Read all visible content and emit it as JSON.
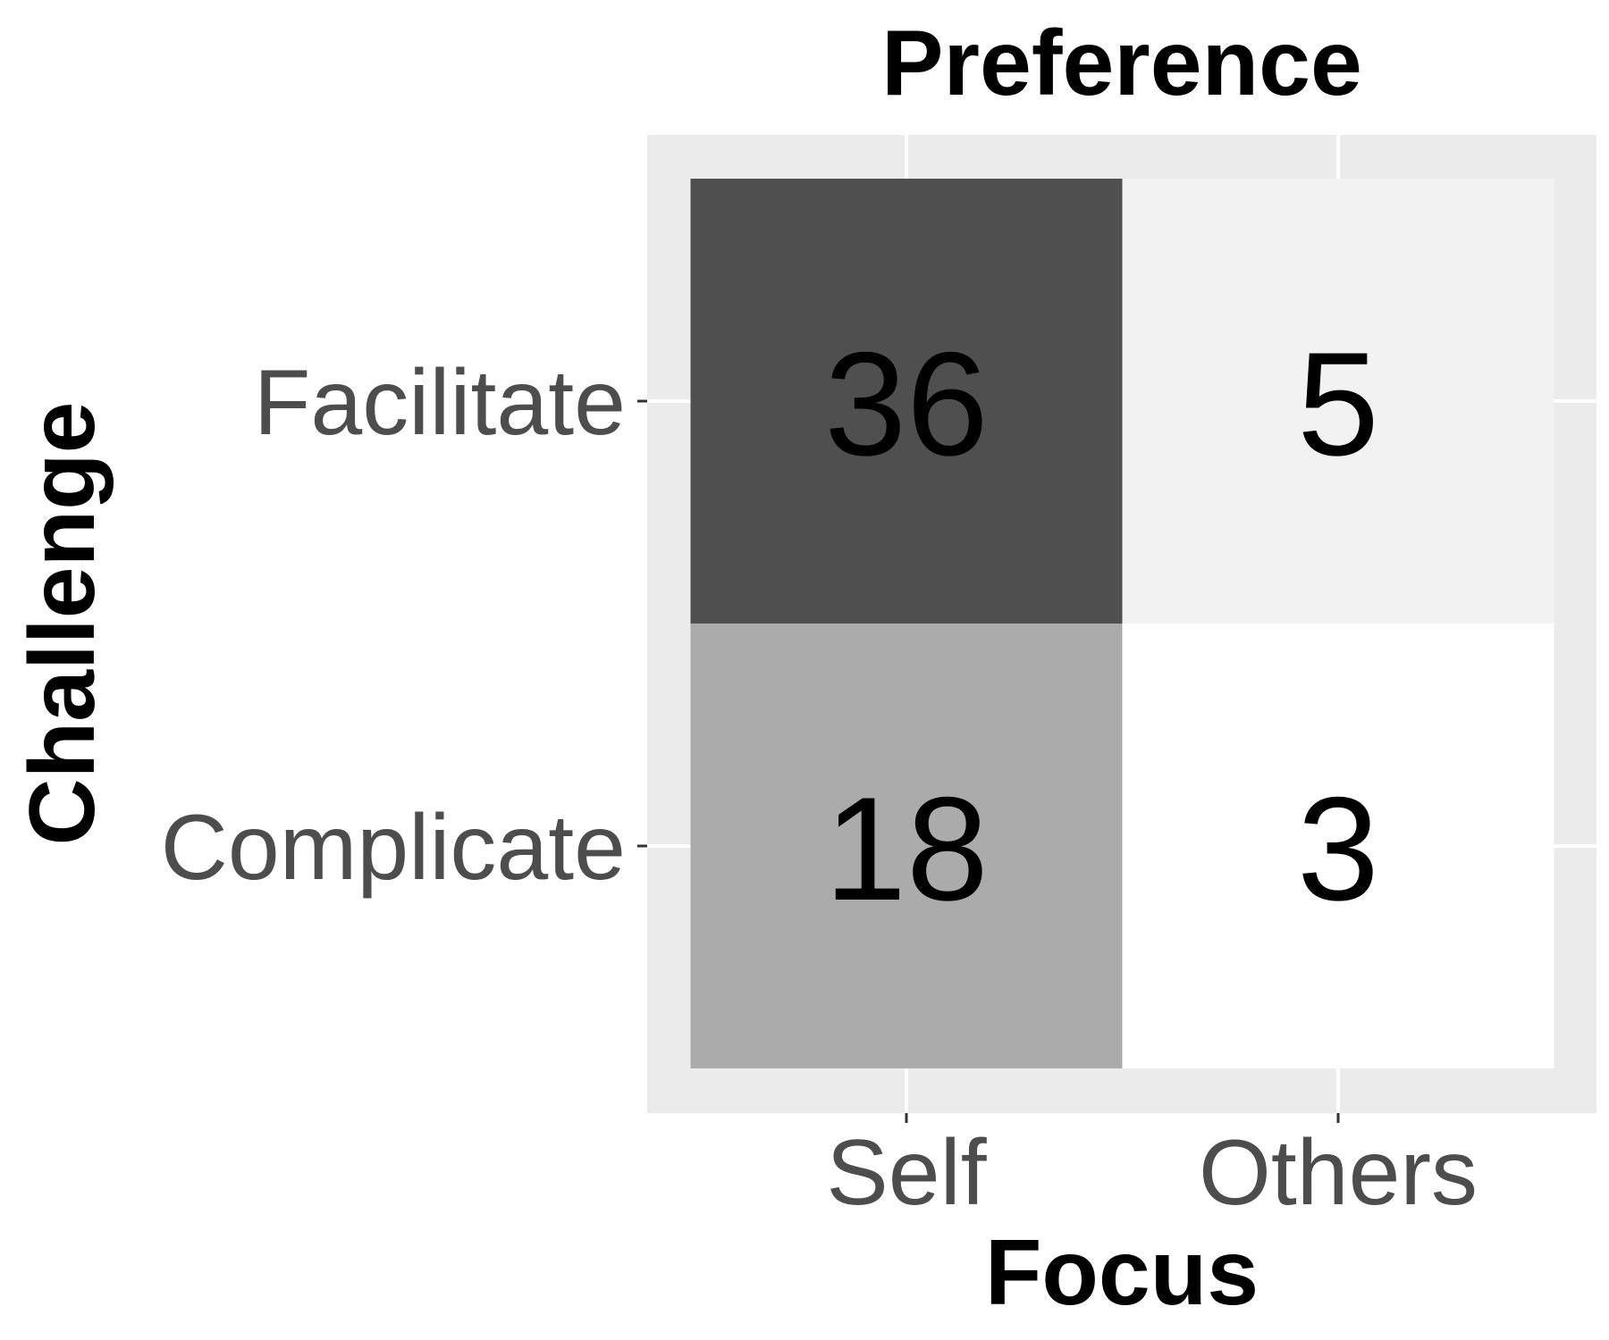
{
  "chart_data": {
    "type": "heatmap",
    "title": "Preference",
    "xlabel": "Focus",
    "ylabel": "Challenge",
    "x_categories": [
      "Self",
      "Others"
    ],
    "y_categories": [
      "Facilitate",
      "Complicate"
    ],
    "values": [
      [
        36,
        5
      ],
      [
        18,
        3
      ]
    ],
    "fill_colors": [
      [
        "#4f4f4f",
        "#f2f2f2"
      ],
      [
        "#ababab",
        "#ffffff"
      ]
    ],
    "panel_background": "#ebebeb",
    "grid_color": "#ffffff",
    "grid": true,
    "legend": "none"
  }
}
